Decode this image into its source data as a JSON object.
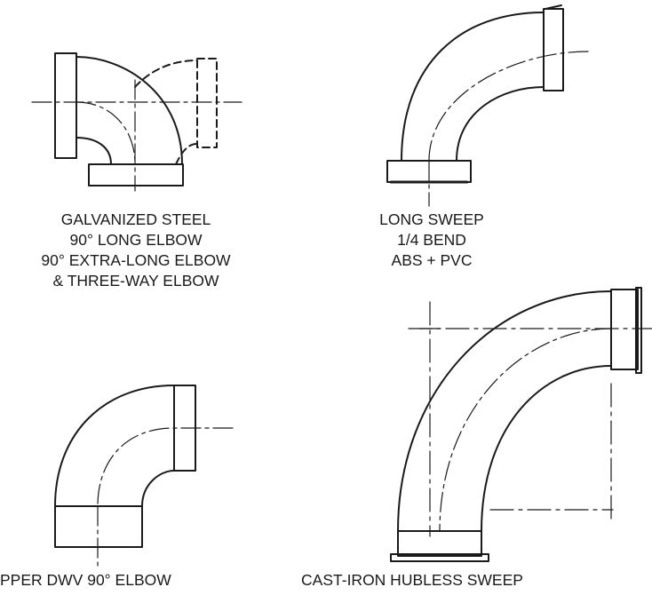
{
  "diagram": {
    "stroke_color": "#1a1a1a",
    "background": "#ffffff",
    "figures": [
      {
        "id": "galvanized",
        "caption": [
          "GALVANIZED STEEL",
          "90° LONG ELBOW",
          "90° EXTRA-LONG ELBOW",
          "& THREE-WAY ELBOW"
        ]
      },
      {
        "id": "long-sweep",
        "caption": [
          "LONG SWEEP",
          "1/4 BEND",
          "ABS + PVC"
        ]
      },
      {
        "id": "copper-dwv",
        "caption": [
          "PPER DWV 90° ELBOW"
        ]
      },
      {
        "id": "cast-iron",
        "caption": [
          "CAST-IRON HUBLESS SWEEP"
        ]
      }
    ]
  }
}
